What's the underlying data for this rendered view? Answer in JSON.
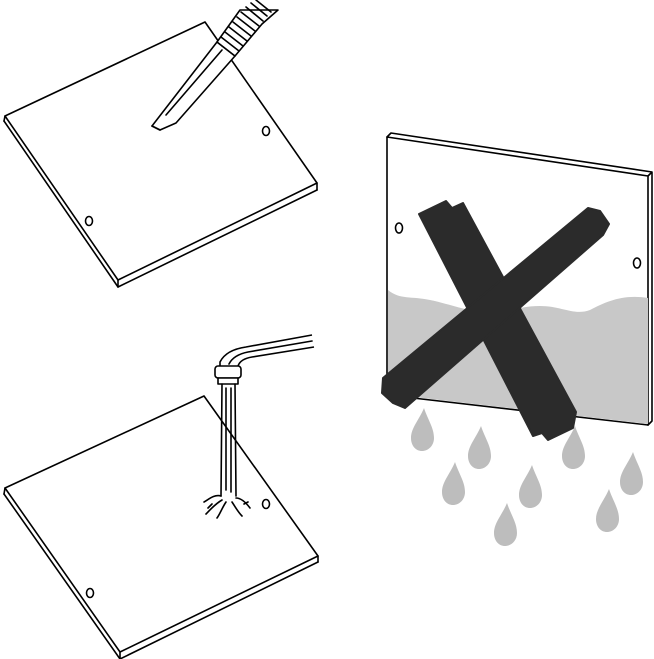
{
  "figure": {
    "panels": [
      {
        "id": "panel-scrape",
        "depicts": "scraper-icon"
      },
      {
        "id": "panel-rinse",
        "depicts": "water-tap-icon"
      },
      {
        "id": "panel-soak",
        "depicts": "cross-mark-icon"
      }
    ],
    "colors": {
      "outline": "#000000",
      "background": "#ffffff",
      "water": "#c8c8c8",
      "cross": "#2b2b2b"
    }
  }
}
